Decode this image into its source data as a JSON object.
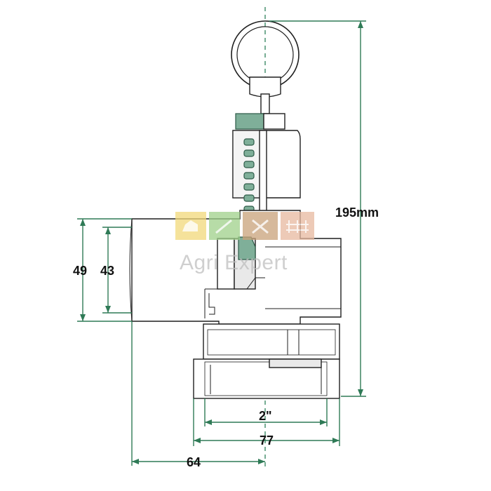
{
  "dimensions": {
    "height_total": "195mm",
    "outer_height": "49",
    "inner_height": "43",
    "thread_size": "2\"",
    "nut_width": "77",
    "offset_width": "64"
  },
  "watermark": {
    "brand": "Agri Expert"
  },
  "colors": {
    "dimension_line": "#2f7a56",
    "part_outline": "#1f1f1f",
    "accent_green": "#7faf99",
    "wm_yellow": "#f2d97a",
    "wm_green": "#9fd18a",
    "wm_brown": "#c9a27a",
    "wm_peach": "#e8b9a0"
  },
  "icons": [
    "tractor-icon",
    "harvester-icon",
    "tools-icon",
    "field-icon"
  ]
}
